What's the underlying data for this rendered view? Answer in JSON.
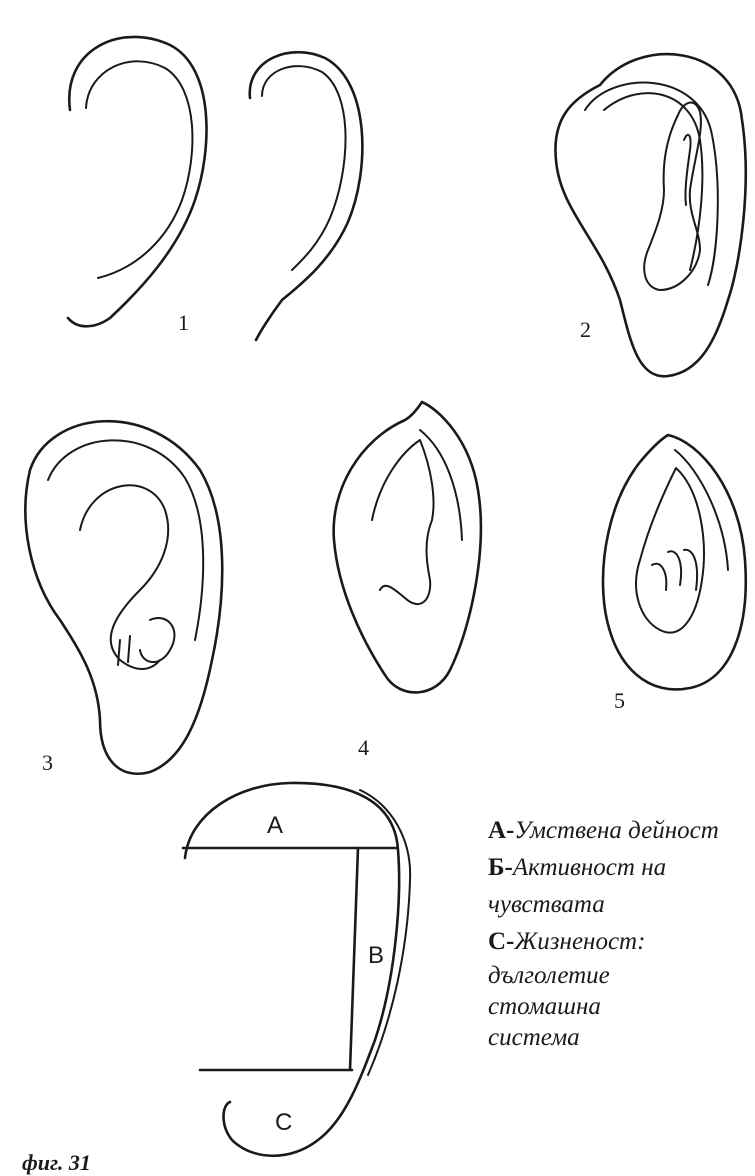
{
  "ear_numbers": [
    "1",
    "2",
    "3",
    "4",
    "5"
  ],
  "diagram": {
    "zones": {
      "a": "A",
      "b": "B",
      "c": "C"
    }
  },
  "legend": {
    "entries": [
      {
        "key": "А-",
        "text": "Умствена дейност"
      },
      {
        "key": "Б-",
        "text": "Активност на чувствата"
      },
      {
        "key": "С-",
        "text": "Жизненост:"
      }
    ],
    "sub_items": [
      "дълголетие",
      "стомашна",
      "система"
    ]
  },
  "caption": "фиг. 31"
}
